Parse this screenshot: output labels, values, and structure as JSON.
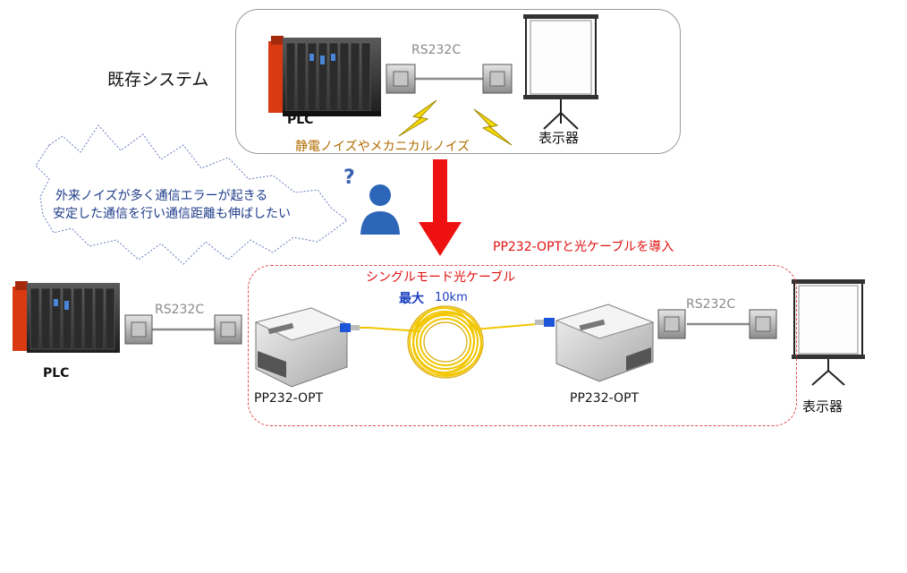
{
  "existing_system": {
    "title": "既存システム",
    "plc_label": "PLC",
    "cable_label": "RS232C",
    "display_label": "表示器",
    "noise_label": "静電ノイズやメカニカルノイズ"
  },
  "problem": {
    "line1": "外来ノイズが多く通信エラーが起きる",
    "line2": "安定した通信を行い通信距離も伸ばしたい",
    "question_mark": "?"
  },
  "solution": {
    "intro_label": "PP232-OPTと光ケーブルを導入",
    "fiber_label": "シングルモード光ケーブル",
    "max_label": "最大",
    "distance_label": "10km",
    "plc_label": "PLC",
    "cable_left_label": "RS232C",
    "cable_right_label": "RS232C",
    "device_left_label": "PP232-OPT",
    "device_right_label": "PP232-OPT",
    "display_label": "表示器"
  },
  "colors": {
    "arrow": "#ee1111",
    "noise_text": "#b06a00",
    "intro_text": "#e01010",
    "problem_text": "#1f3c8a",
    "fiber_yellow": "#f2c600"
  }
}
